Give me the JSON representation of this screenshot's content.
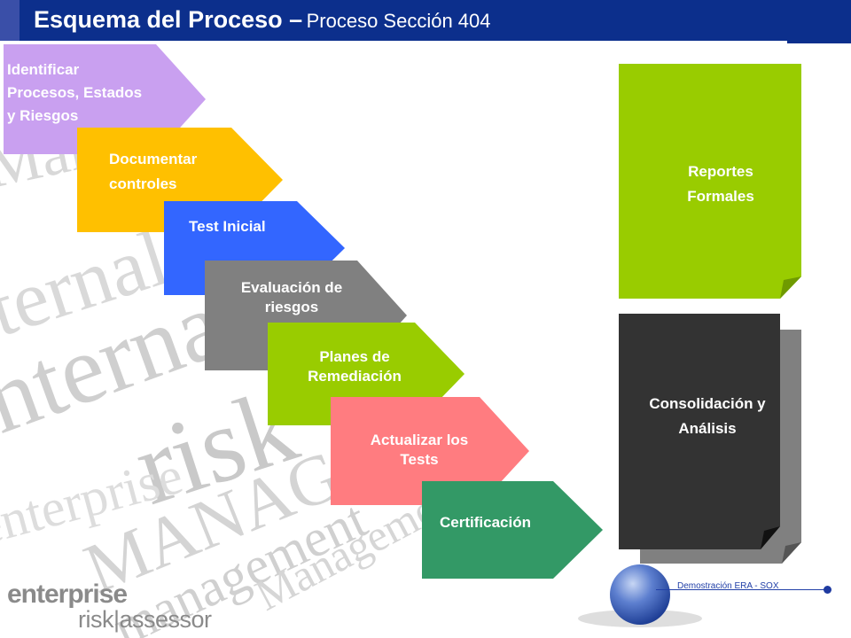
{
  "title": {
    "main": "Esquema del Proceso –",
    "sub": "Proceso Sección 404"
  },
  "steps": [
    {
      "label_lines": [
        "Identificar",
        "Procesos, Estados",
        "y Riesgos"
      ],
      "color": "#c9a0f0"
    },
    {
      "label_lines": [
        "Documentar",
        "controles"
      ],
      "color": "#ffc000"
    },
    {
      "label_lines": [
        "Test Inicial"
      ],
      "color": "#3366ff"
    },
    {
      "label_lines": [
        "Evaluación de",
        "riesgos"
      ],
      "color": "#808080"
    },
    {
      "label_lines": [
        "Planes de",
        "Remediación"
      ],
      "color": "#99cc00"
    },
    {
      "label_lines": [
        "Actualizar los",
        "Tests"
      ],
      "color": "#ff7c80"
    },
    {
      "label_lines": [
        "Certificación"
      ],
      "color": "#339966"
    }
  ],
  "reports": {
    "label_lines": [
      "Reportes",
      "Formales"
    ],
    "color": "#99cc00"
  },
  "consolidation": {
    "label_lines": [
      "Consolidación y",
      "Análisis"
    ],
    "color": "#333333",
    "back_color": "#808080"
  },
  "footer": {
    "text": "Demostración ERA - SOX"
  },
  "logo": {
    "line1": "enterprise",
    "line2": "risk|assessor"
  },
  "watermark_words": [
    "Manage",
    "internal",
    "risk",
    "MANAGE",
    "enterprise",
    "management",
    "Management",
    "ternal"
  ]
}
